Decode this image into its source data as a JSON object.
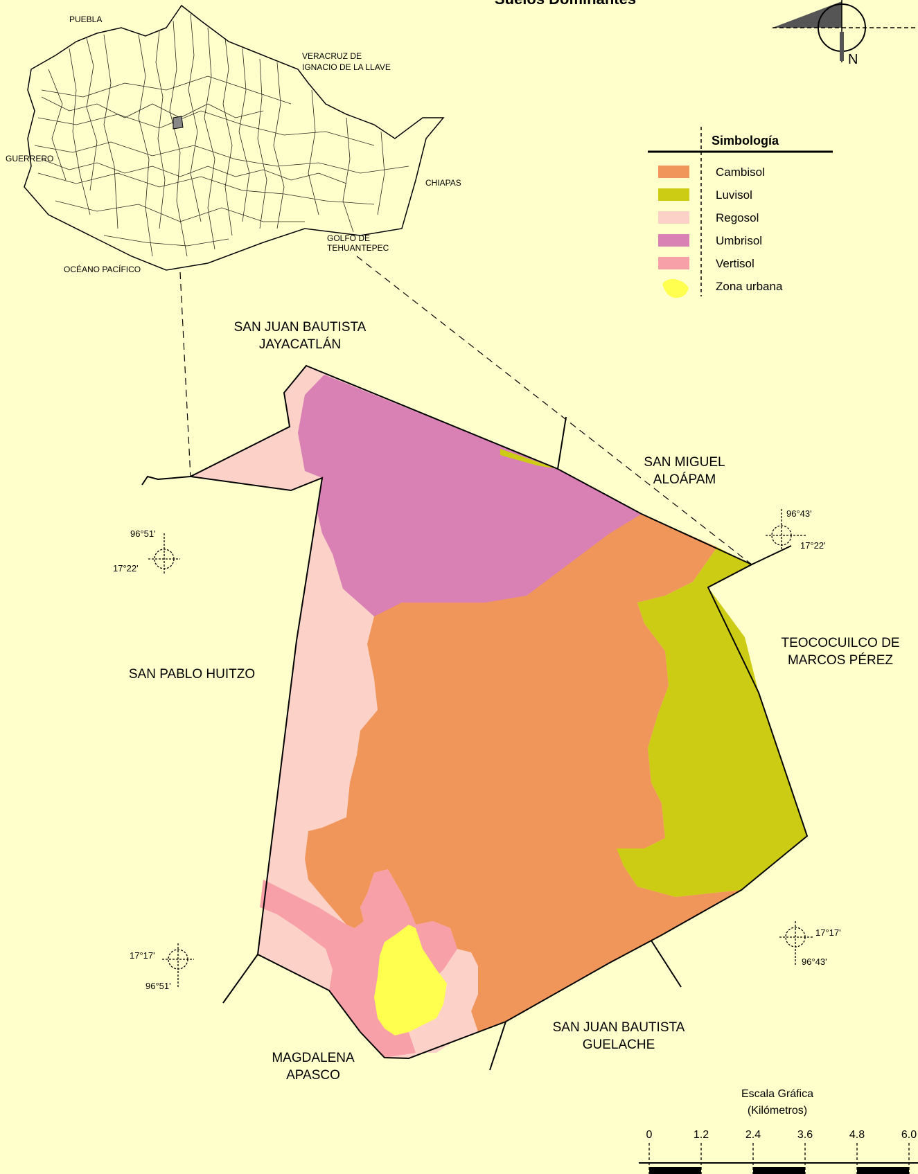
{
  "title": "Suelos Dominantes",
  "north_label": "N",
  "inset_labels": {
    "puebla": "PUEBLA",
    "veracruz_1": "VERACRUZ DE",
    "veracruz_2": "IGNACIO DE LA LLAVE",
    "guerrero": "GUERRERO",
    "chiapas": "CHIAPAS",
    "golfo_1": "GOLFO DE",
    "golfo_2": "TEHUANTEPEC",
    "oceano": "OCÉANO PACÍFICO"
  },
  "neighbors": {
    "jayacatlan_1": "SAN JUAN BAUTISTA",
    "jayacatlan_2": "JAYACATLÁN",
    "aloapam_1": "SAN MIGUEL",
    "aloapam_2": "ALOÁPAM",
    "teococuilco_1": "TEOCOCUILCO DE",
    "teococuilco_2": "MARCOS PÉREZ",
    "huitzo": "SAN PABLO HUITZO",
    "guelache_1": "SAN JUAN BAUTISTA",
    "guelache_2": "GUELACHE",
    "apasco_1": "MAGDALENA",
    "apasco_2": "APASCO"
  },
  "coordinates": {
    "nw_lon": "96°51'",
    "nw_lat": "17°22'",
    "ne_lon": "96°43'",
    "ne_lat": "17°22'",
    "sw_lat": "17°17'",
    "sw_lon": "96°51'",
    "se_lat": "17°17'",
    "se_lon": "96°43'"
  },
  "legend": {
    "heading": "Simbología",
    "items": [
      {
        "label": "Cambisol",
        "color": "#f0965a"
      },
      {
        "label": "Luvisol",
        "color": "#cccc14"
      },
      {
        "label": "Regosol",
        "color": "#fcd2c8"
      },
      {
        "label": "Umbrisol",
        "color": "#d980b4"
      },
      {
        "label": "Vertisol",
        "color": "#f8a0a8"
      },
      {
        "label": "Zona urbana",
        "color": "#ffff50"
      }
    ]
  },
  "scale": {
    "title": "Escala Gráfica",
    "unit": "(Kilómetros)",
    "ticks": [
      "0",
      "1.2",
      "2.4",
      "3.6",
      "4.8",
      "6.0"
    ]
  },
  "colors": {
    "background": "#ffffcc",
    "cambisol": "#f0965a",
    "luvisol": "#cccc14",
    "regosol": "#fcd2c8",
    "umbrisol": "#d980b4",
    "vertisol": "#f8a0a8",
    "urbana": "#ffff50"
  }
}
